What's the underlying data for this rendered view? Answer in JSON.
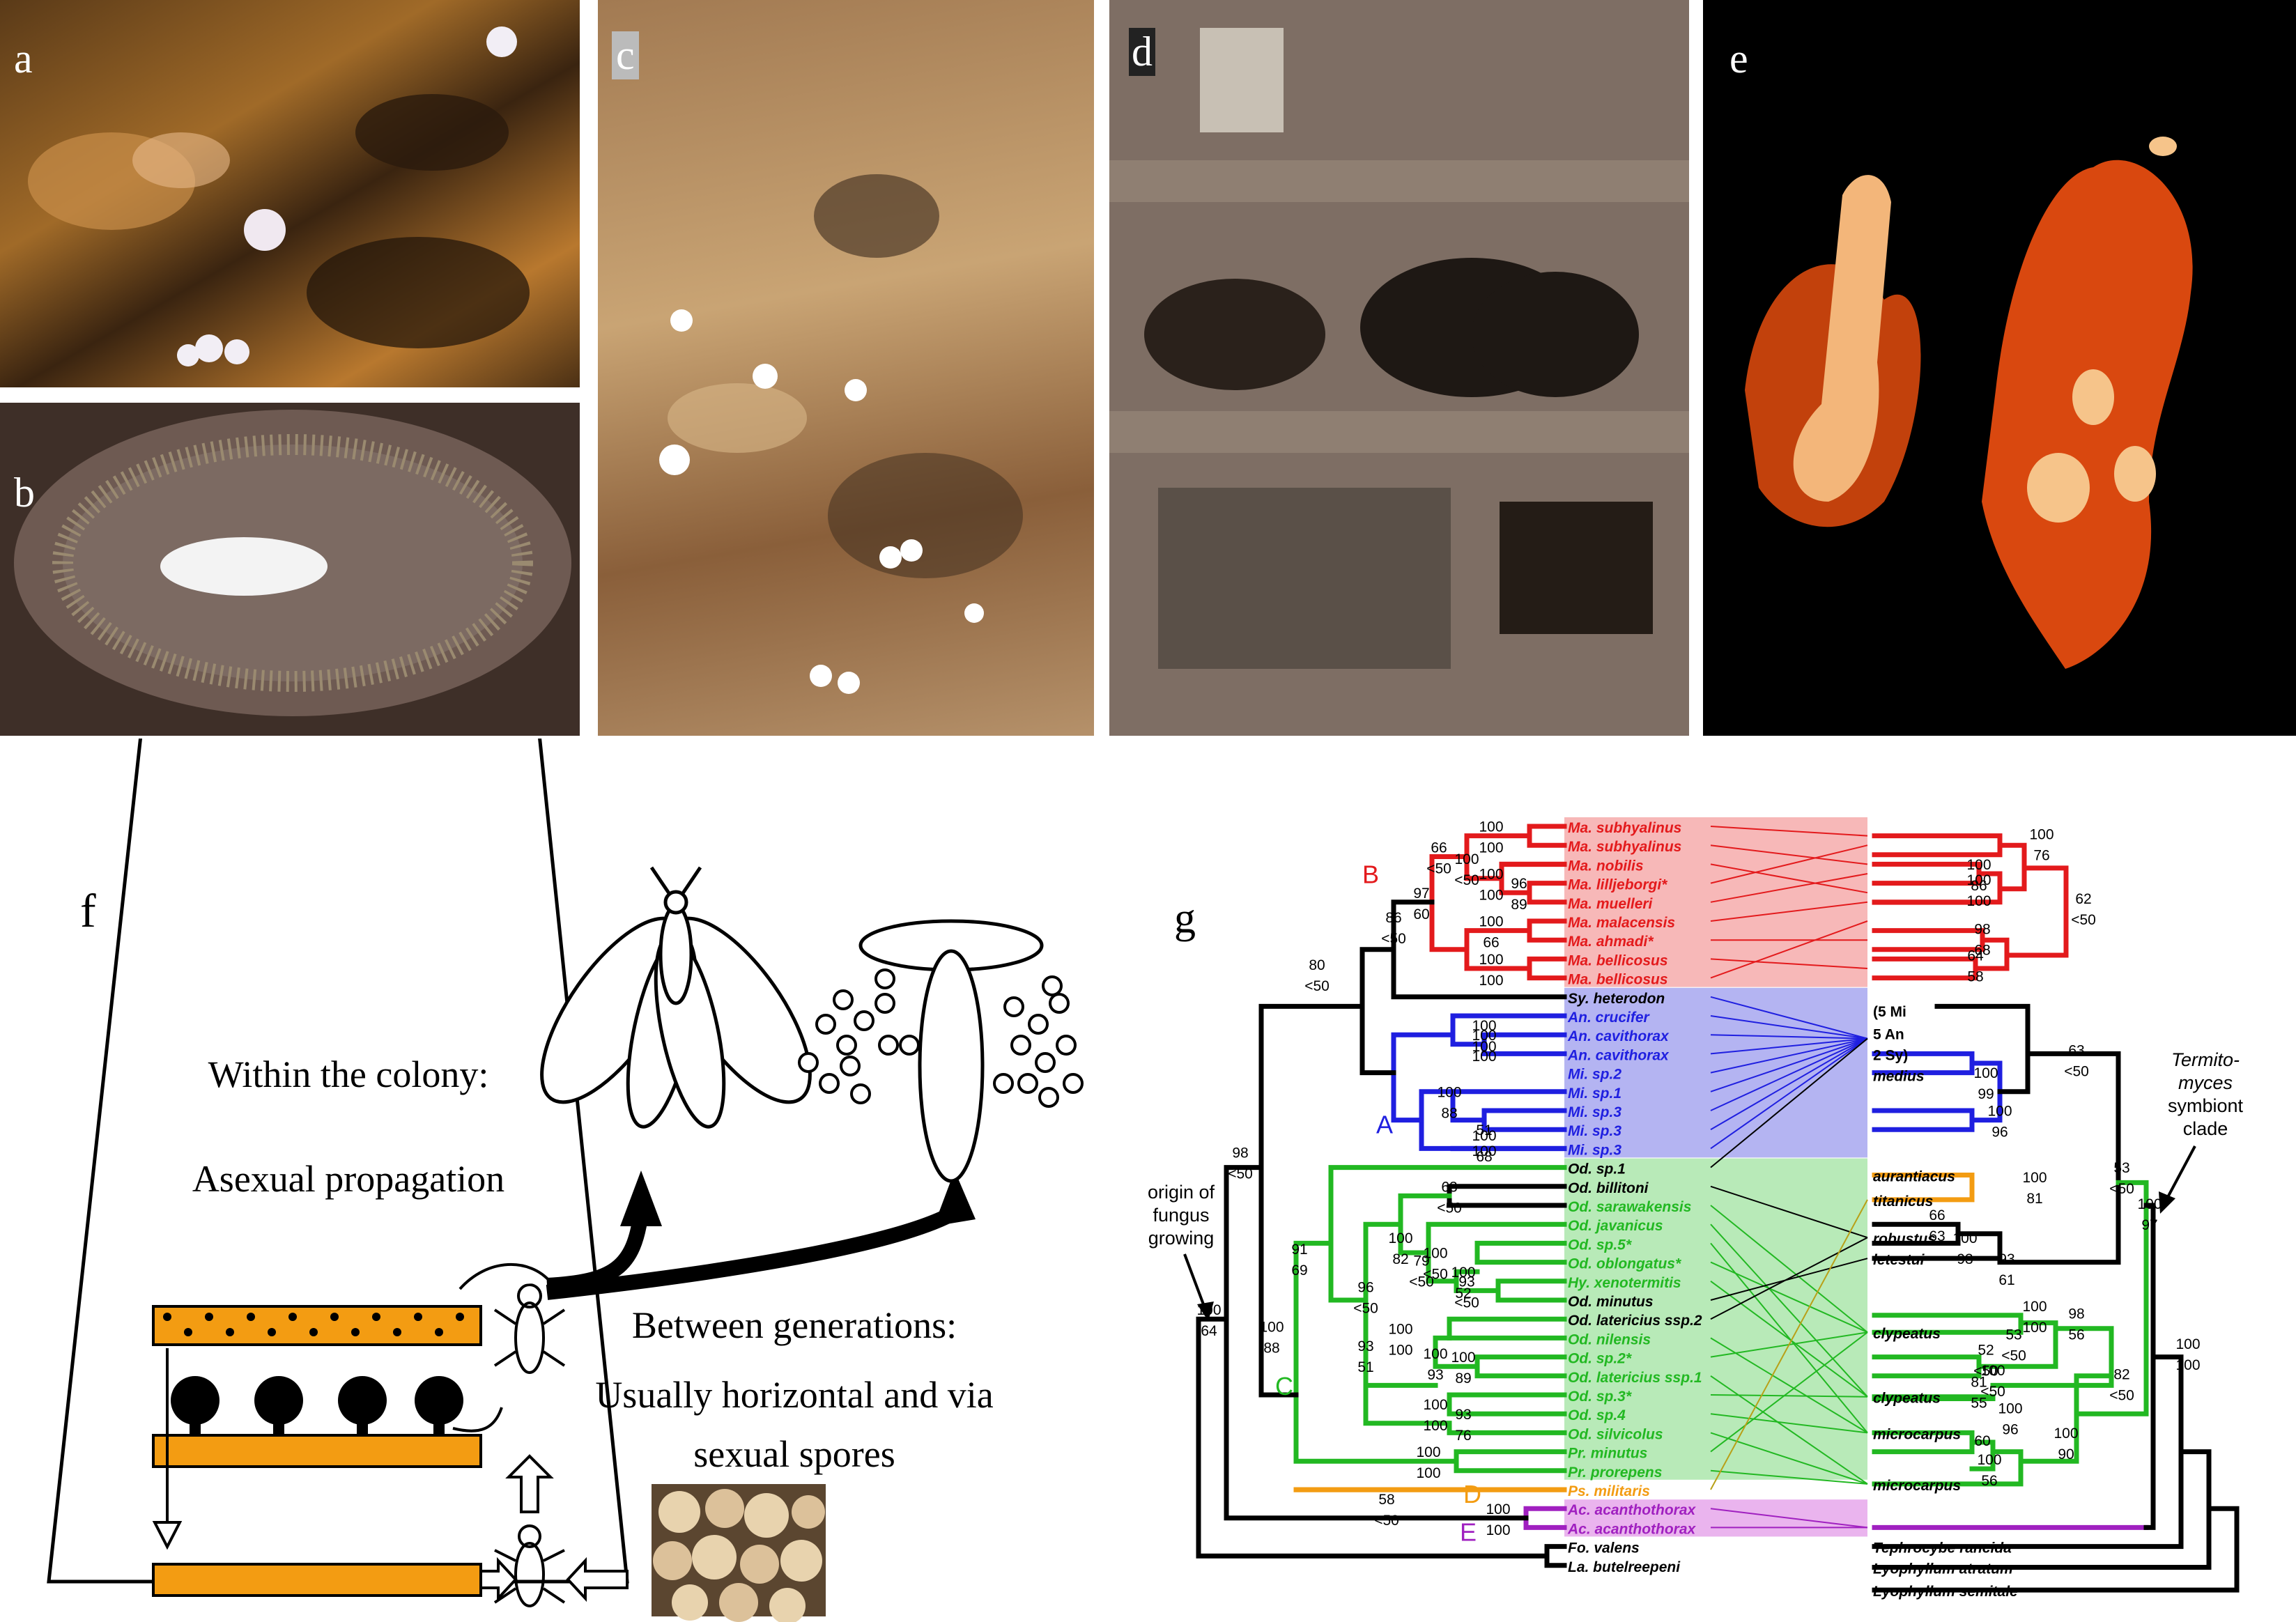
{
  "panels": {
    "a": "a",
    "b": "b",
    "c": "c",
    "d": "d",
    "e": "e",
    "f": "f",
    "g": "g"
  },
  "panel_f": {
    "within_1": "Within the colony:",
    "within_2": "Asexual propagation",
    "between_1": "Between generations:",
    "between_2": "Usually horizontal and via",
    "between_3": "sexual spores"
  },
  "panel_g": {
    "origin": [
      "origin of",
      "fungus",
      "growing"
    ],
    "termitomyces": [
      "Termito-",
      "myces",
      "symbiont",
      "clade"
    ],
    "clade_letters": {
      "A": "A",
      "B": "B",
      "C": "C",
      "D": "D",
      "E": "E"
    },
    "colors": {
      "B": "#e31a1c",
      "A": "#1f1fe0",
      "C": "#22b822",
      "D": "#f39c12",
      "E": "#a020c0"
    },
    "termites": [
      {
        "name": "Ma. subhyalinus",
        "clade": "B"
      },
      {
        "name": "Ma. subhyalinus",
        "clade": "B"
      },
      {
        "name": "Ma. nobilis",
        "clade": "B"
      },
      {
        "name": "Ma. lilljeborgi*",
        "clade": "B"
      },
      {
        "name": "Ma. muelleri",
        "clade": "B"
      },
      {
        "name": "Ma. malacensis",
        "clade": "B"
      },
      {
        "name": "Ma. ahmadi*",
        "clade": "B"
      },
      {
        "name": "Ma. bellicosus",
        "clade": "B"
      },
      {
        "name": "Ma. bellicosus",
        "clade": "B"
      },
      {
        "name": "Sy. heterodon",
        "clade": "X"
      },
      {
        "name": "An. crucifer",
        "clade": "A"
      },
      {
        "name": "An. cavithorax",
        "clade": "A"
      },
      {
        "name": "An. cavithorax",
        "clade": "A"
      },
      {
        "name": "Mi. sp.2",
        "clade": "A"
      },
      {
        "name": "Mi. sp.1",
        "clade": "A"
      },
      {
        "name": "Mi. sp.3",
        "clade": "A"
      },
      {
        "name": "Mi. sp.3",
        "clade": "A"
      },
      {
        "name": "Mi. sp.3",
        "clade": "A"
      },
      {
        "name": "Od. sp.1",
        "clade": "X"
      },
      {
        "name": "Od. billitoni",
        "clade": "X"
      },
      {
        "name": "Od. sarawakensis",
        "clade": "C"
      },
      {
        "name": "Od. javanicus",
        "clade": "C"
      },
      {
        "name": "Od. sp.5*",
        "clade": "C"
      },
      {
        "name": "Od. oblongatus*",
        "clade": "C"
      },
      {
        "name": "Hy. xenotermitis",
        "clade": "C"
      },
      {
        "name": "Od. minutus",
        "clade": "X"
      },
      {
        "name": "Od. latericius ssp.2",
        "clade": "X"
      },
      {
        "name": "Od. nilensis",
        "clade": "C"
      },
      {
        "name": "Od. sp.2*",
        "clade": "C"
      },
      {
        "name": "Od. latericius ssp.1",
        "clade": "C"
      },
      {
        "name": "Od. sp.3*",
        "clade": "C"
      },
      {
        "name": "Od. sp.4",
        "clade": "C"
      },
      {
        "name": "Od. silvicolus",
        "clade": "C"
      },
      {
        "name": "Pr. minutus",
        "clade": "C"
      },
      {
        "name": "Pr. prorepens",
        "clade": "C"
      },
      {
        "name": "Ps. militaris",
        "clade": "D"
      },
      {
        "name": "Ac. acanthothorax",
        "clade": "E"
      },
      {
        "name": "Ac. acanthothorax",
        "clade": "E"
      },
      {
        "name": "Fo. valens",
        "clade": "X"
      },
      {
        "name": "La. butelreepeni",
        "clade": "X"
      }
    ],
    "fungi": [
      {
        "name": "(5 Mi",
        "row": 9.7
      },
      {
        "name": "5 An",
        "row": 10.9
      },
      {
        "name": "2 Sy)",
        "row": 12.0
      },
      {
        "name": "medius",
        "row": 13.1
      },
      {
        "name": "aurantiacus",
        "row": 18.4
      },
      {
        "name": "titanicus",
        "row": 19.7
      },
      {
        "name": "robustus",
        "row": 21.7
      },
      {
        "name": "letestui",
        "row": 22.8
      },
      {
        "name": "clypeatus",
        "row": 26.7
      },
      {
        "name": "clypeatus",
        "row": 30.1
      },
      {
        "name": "microcarpus",
        "row": 32.0
      },
      {
        "name": "microcarpus",
        "row": 34.7
      },
      {
        "name": "Tephrocybe rancida",
        "row": 38.0
      },
      {
        "name": "Lyophyllum atratum",
        "row": 39.1
      },
      {
        "name": "Lyophyllum semitale",
        "row": 40.3
      }
    ],
    "termite_support": [
      {
        "top": "100",
        "bot": "100",
        "row": 0.5
      },
      {
        "top": "100",
        "bot": "100",
        "row": 3.0
      },
      {
        "top": "96",
        "bot": "89",
        "row": 3.5
      },
      {
        "top": "100",
        "bot": "<50",
        "row": 2.2
      },
      {
        "top": "66",
        "bot": "<50",
        "row": 1.6
      },
      {
        "top": "100",
        "bot": "66",
        "row": 5.5
      },
      {
        "top": "100",
        "bot": "100",
        "row": 7.5
      },
      {
        "top": "97",
        "bot": "60",
        "row": 4.0
      },
      {
        "top": "86",
        "bot": "<50",
        "row": 5.3
      },
      {
        "top": "100",
        "bot": "100",
        "row": 11.0
      },
      {
        "top": "100",
        "bot": "100",
        "row": 11.5
      },
      {
        "top": "100",
        "bot": "88",
        "row": 14.5
      },
      {
        "top": "51",
        "bot": "100",
        "row": 16.5
      },
      {
        "top": "100",
        "bot": "68",
        "row": 16.8
      },
      {
        "top": "80",
        "bot": "<50",
        "row": 7.8
      },
      {
        "top": "63",
        "bot": "<50",
        "row": 19.5
      },
      {
        "top": "100",
        "bot": "82",
        "row": 22.2
      },
      {
        "top": "79",
        "bot": "<50",
        "row": 23.4
      },
      {
        "top": "100",
        "bot": "<50",
        "row": 23.0
      },
      {
        "top": "100",
        "bot": "52",
        "row": 24.0
      },
      {
        "top": "93",
        "bot": "<50",
        "row": 24.5
      },
      {
        "top": "96",
        "bot": "<50",
        "row": 24.8
      },
      {
        "top": "100",
        "bot": "100",
        "row": 27.0
      },
      {
        "top": "100",
        "bot": "93",
        "row": 28.3
      },
      {
        "top": "100",
        "bot": "89",
        "row": 28.5
      },
      {
        "top": "93",
        "bot": "51",
        "row": 27.9
      },
      {
        "top": "100",
        "bot": "100",
        "row": 31.0
      },
      {
        "top": "93",
        "bot": "76",
        "row": 31.5
      },
      {
        "top": "91",
        "bot": "69",
        "row": 22.8
      },
      {
        "top": "100",
        "bot": "88",
        "row": 26.9
      },
      {
        "top": "100",
        "bot": "100",
        "row": 33.5
      },
      {
        "top": "98",
        "bot": "<50",
        "row": 17.7
      },
      {
        "top": "100",
        "bot": "100",
        "row": 36.5
      },
      {
        "top": "58",
        "bot": "<50",
        "row": 36.0
      },
      {
        "top": "100",
        "bot": "64",
        "row": 26.0
      }
    ],
    "fungus_support": [
      {
        "top": "100",
        "bot": "76",
        "row": 0.9
      },
      {
        "top": "100",
        "bot": "86",
        "row": 2.5
      },
      {
        "top": "100",
        "bot": "100",
        "row": 3.3
      },
      {
        "top": "62",
        "bot": "<50",
        "row": 4.3
      },
      {
        "top": "98",
        "bot": "68",
        "row": 5.9
      },
      {
        "top": "64",
        "bot": "58",
        "row": 7.3
      },
      {
        "top": "100",
        "bot": "99",
        "row": 13.5
      },
      {
        "top": "100",
        "bot": "96",
        "row": 15.5
      },
      {
        "top": "63",
        "bot": "<50",
        "row": 12.3
      },
      {
        "top": "100",
        "bot": "81",
        "row": 19.0
      },
      {
        "top": "66",
        "bot": "63",
        "row": 21.0
      },
      {
        "top": "100",
        "bot": "93",
        "row": 22.2
      },
      {
        "top": "93",
        "bot": "61",
        "row": 23.3
      },
      {
        "top": "53",
        "bot": "<50",
        "row": 18.5
      },
      {
        "top": "100",
        "bot": "97",
        "row": 20.4
      },
      {
        "top": "100",
        "bot": "100",
        "row": 25.8
      },
      {
        "top": "53",
        "bot": "<50",
        "row": 27.3
      },
      {
        "top": "98",
        "bot": "56",
        "row": 26.2
      },
      {
        "top": "52",
        "bot": "<50",
        "row": 28.1
      },
      {
        "top": "100",
        "bot": "<50",
        "row": 29.2
      },
      {
        "top": "81",
        "bot": "55",
        "row": 29.8
      },
      {
        "top": "100",
        "bot": "96",
        "row": 31.2
      },
      {
        "top": "60",
        "bot": "",
        "row": 32.9
      },
      {
        "top": "100",
        "bot": "56",
        "row": 33.9
      },
      {
        "top": "100",
        "bot": "90",
        "row": 32.5
      },
      {
        "top": "82",
        "bot": "<50",
        "row": 29.4
      },
      {
        "top": "100",
        "bot": "100",
        "row": 27.8
      }
    ]
  }
}
